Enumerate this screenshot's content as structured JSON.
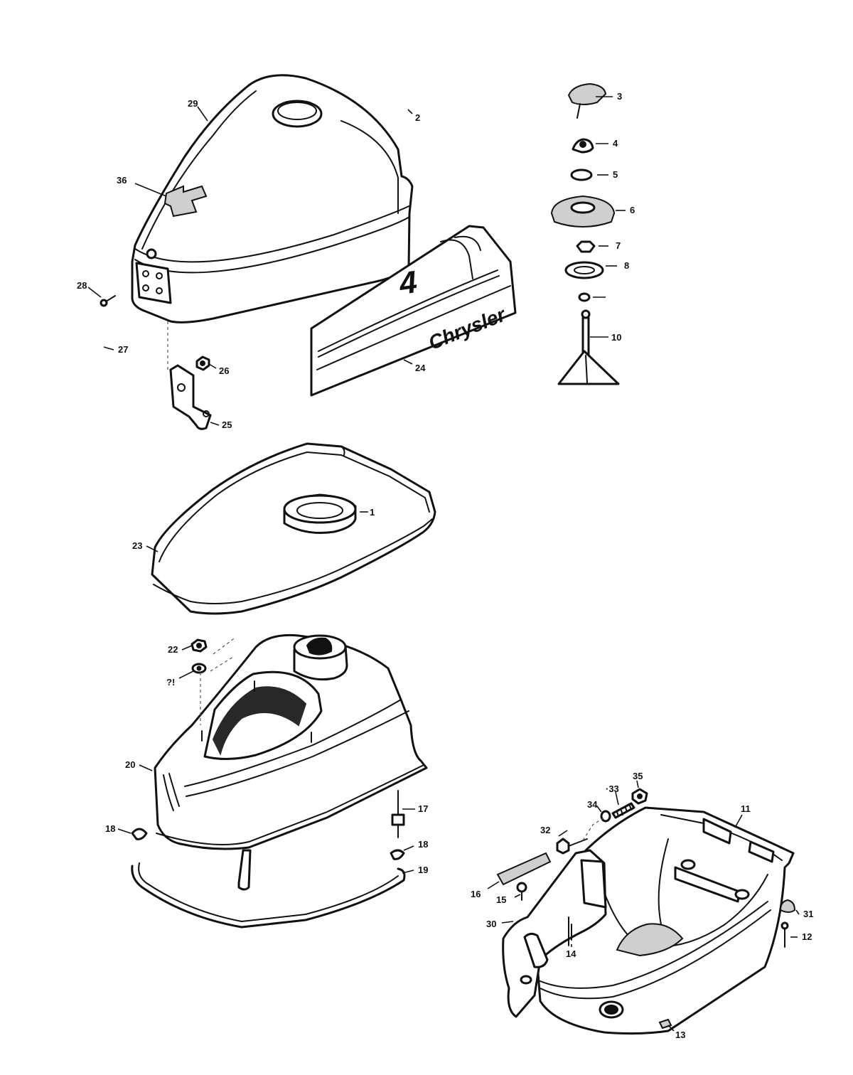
{
  "decal": {
    "model_number": "4",
    "brand": "Chrysler"
  },
  "callouts": {
    "p1": "1",
    "p2": "2",
    "p3": "3",
    "p4": "4",
    "p5": "5",
    "p6": "6",
    "p7": "7",
    "p8": "8",
    "p10": "10",
    "p11": "11",
    "p12": "12",
    "p13": "13",
    "p14": "14",
    "p15": "15",
    "p16": "16",
    "p17": "17",
    "p18a": "18",
    "p18b": "18",
    "p19": "19",
    "p20": "20",
    "p21": "?!",
    "p22": "22",
    "p23": "23",
    "p24": "24",
    "p25": "25",
    "p26": "26",
    "p27": "27",
    "p28": "28",
    "p29": "29",
    "p30": "30",
    "p31": "31",
    "p32": "32",
    "p33": "·33",
    "p34": "34",
    "p35": "35",
    "p36": "36"
  },
  "colors": {
    "line": "#111111",
    "background": "#ffffff"
  }
}
